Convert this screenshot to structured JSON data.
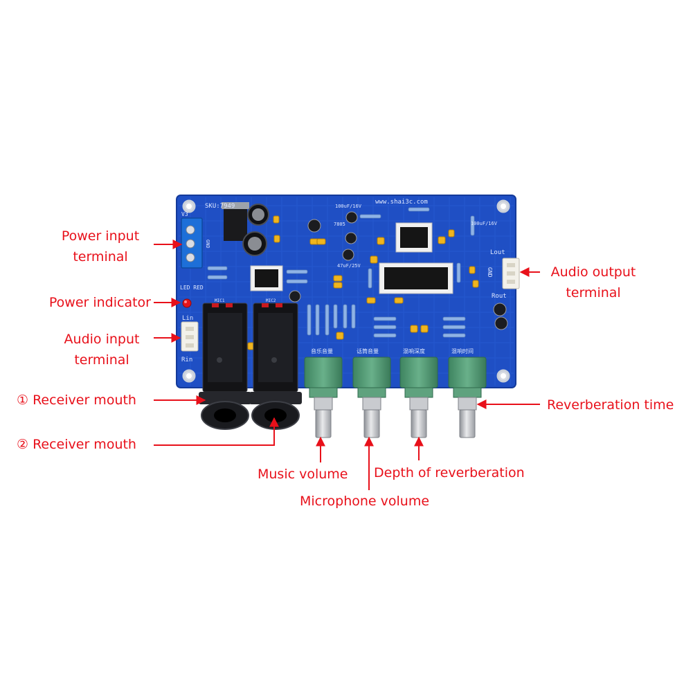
{
  "labels": {
    "power_input": [
      "Power input",
      "terminal"
    ],
    "power_indicator": "Power indicator",
    "audio_input": [
      "Audio input",
      "terminal"
    ],
    "receiver_1": "① Receiver mouth",
    "receiver_2": "② Receiver mouth",
    "music_volume": "Music volume",
    "microphone_volume": "Microphone volume",
    "depth_of_reverberation": "Depth of reverberation",
    "reverberation_time": "Reverberation time",
    "audio_output": [
      "Audio output",
      "terminal"
    ]
  },
  "board_silkscreen": {
    "sku": "SKU:7949",
    "website": "www.shai3c.com",
    "v3": "V3",
    "gnd_left": "GND",
    "led_red": "LED RED",
    "lin": "Lin",
    "rin": "Rin",
    "lout": "Lout",
    "gnd_right": "GND",
    "rout": "Rout",
    "mic1": "MIC1",
    "mic2": "MIC2",
    "cap_top": "100uF/16V",
    "cap_top_right": "100uF/16V",
    "cap_mid": "47uF/25V",
    "reg": "7805",
    "knob_labels": [
      "音乐音量",
      "话筒音量",
      "混响深度",
      "混响时间"
    ]
  },
  "colors": {
    "label": "#e8101a",
    "pcb": "#1f4fc4",
    "pcb_dark": "#143a9a",
    "knob_body": "#4f9a72",
    "shaft": "#c6c8cc"
  }
}
